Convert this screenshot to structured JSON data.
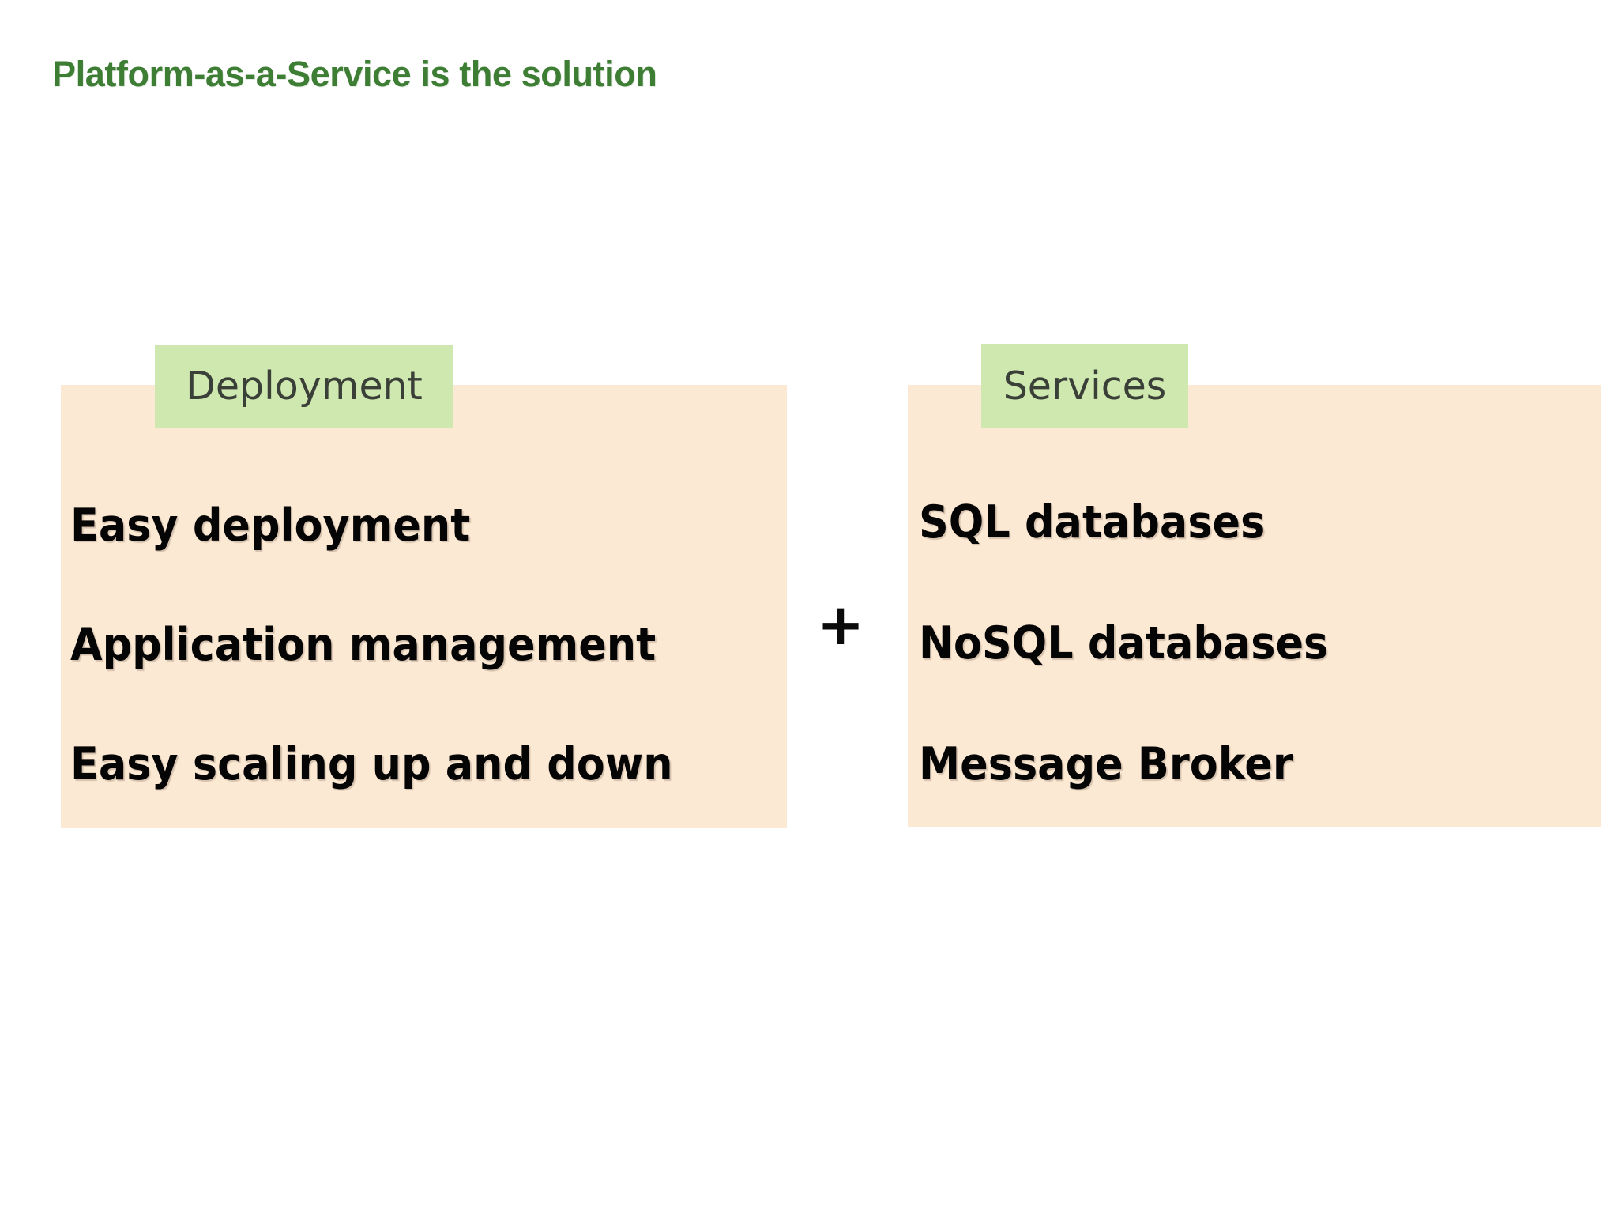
{
  "slide": {
    "title": "Platform-as-a-Service is the solution",
    "title_color": "#3d7d34",
    "background_color": "#ffffff"
  },
  "panels": {
    "panel_fill_color": "#fce9d4",
    "chip_fill_color": "#cee8af",
    "chip_text_color": "#3a3f38",
    "item_text_color": "#050505",
    "left": {
      "heading": "Deployment",
      "items": [
        "Easy deployment",
        "Application management",
        "Easy scaling up and down"
      ]
    },
    "right": {
      "heading": "Services",
      "items": [
        "SQL databases",
        "NoSQL databases",
        "Message Broker"
      ]
    }
  },
  "operator": {
    "symbol": "+",
    "name": "plus-sign"
  }
}
